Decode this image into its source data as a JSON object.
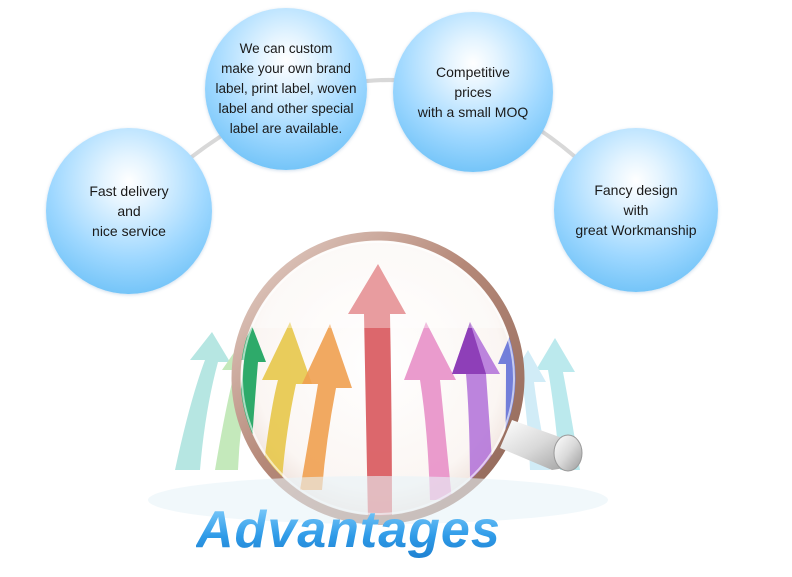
{
  "bubbles": {
    "fast": {
      "lines": [
        "Fast delivery",
        "and",
        "nice service"
      ]
    },
    "custom": {
      "lines": [
        "We can custom",
        "make your own brand",
        "label, print label, woven",
        "label and other special",
        "label are available."
      ]
    },
    "price": {
      "lines": [
        "Competitive",
        "prices",
        "with a small MOQ"
      ]
    },
    "fancy": {
      "lines": [
        "Fancy design",
        "with",
        "great Workmanship"
      ]
    }
  },
  "title": "Advantages",
  "colors": {
    "bubble": "#7cc7f6",
    "title": "#2f9be8",
    "arrow_red": "#d8575c",
    "arrow_pink": "#e890c8",
    "arrow_purple": "#8e3fb8",
    "arrow_orange": "#f0a050",
    "arrow_yellow": "#e7c74a",
    "arrow_green": "#2eaa6a",
    "arrow_teal": "#5fc8c0",
    "magnifier_rim": "#b58878"
  },
  "icons": {
    "magnifier": "magnifying-glass-icon",
    "arrows": "growth-arrows-icon"
  }
}
